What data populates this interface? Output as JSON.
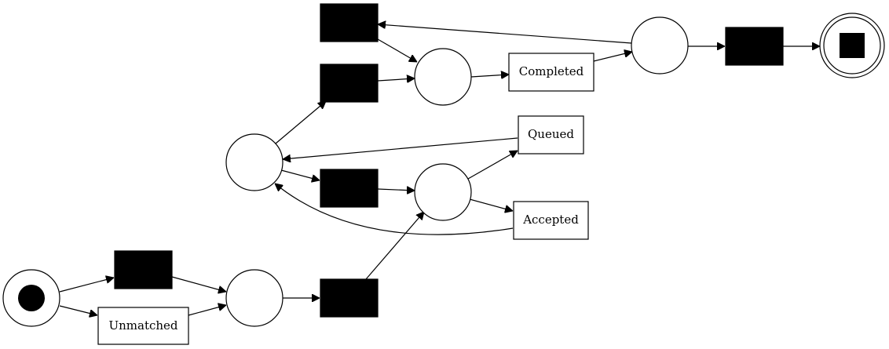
{
  "diagram": {
    "type": "petri-net",
    "places": [
      {
        "id": "p_source",
        "token": true
      },
      {
        "id": "p1"
      },
      {
        "id": "p_mid"
      },
      {
        "id": "p_loop"
      },
      {
        "id": "p_upper"
      },
      {
        "id": "p_top"
      },
      {
        "id": "p_sink",
        "final": true
      }
    ],
    "transitions": [
      {
        "id": "t_silent_a",
        "label": ""
      },
      {
        "id": "t_unmatched",
        "label": "Unmatched"
      },
      {
        "id": "t_silent_b",
        "label": ""
      },
      {
        "id": "t_silent_c",
        "label": ""
      },
      {
        "id": "t_queued",
        "label": "Queued"
      },
      {
        "id": "t_accepted",
        "label": "Accepted"
      },
      {
        "id": "t_silent_d",
        "label": ""
      },
      {
        "id": "t_silent_e",
        "label": ""
      },
      {
        "id": "t_completed",
        "label": "Completed"
      },
      {
        "id": "t_silent_f",
        "label": ""
      }
    ],
    "arcs": [
      [
        "p_source",
        "t_silent_a"
      ],
      [
        "p_source",
        "t_unmatched"
      ],
      [
        "t_silent_a",
        "p1"
      ],
      [
        "t_unmatched",
        "p1"
      ],
      [
        "p1",
        "t_silent_b"
      ],
      [
        "t_silent_b",
        "p_loop"
      ],
      [
        "p_loop",
        "t_queued"
      ],
      [
        "p_loop",
        "t_accepted"
      ],
      [
        "t_queued",
        "p_mid"
      ],
      [
        "t_accepted",
        "p_mid"
      ],
      [
        "p_mid",
        "t_silent_c"
      ],
      [
        "t_silent_c",
        "p_loop"
      ],
      [
        "p_mid",
        "t_silent_d"
      ],
      [
        "t_silent_d",
        "p_upper"
      ],
      [
        "t_silent_e",
        "p_upper"
      ],
      [
        "p_upper",
        "t_completed"
      ],
      [
        "t_completed",
        "p_top"
      ],
      [
        "p_top",
        "t_silent_e"
      ],
      [
        "p_top",
        "t_silent_f"
      ],
      [
        "t_silent_f",
        "p_sink"
      ]
    ]
  }
}
